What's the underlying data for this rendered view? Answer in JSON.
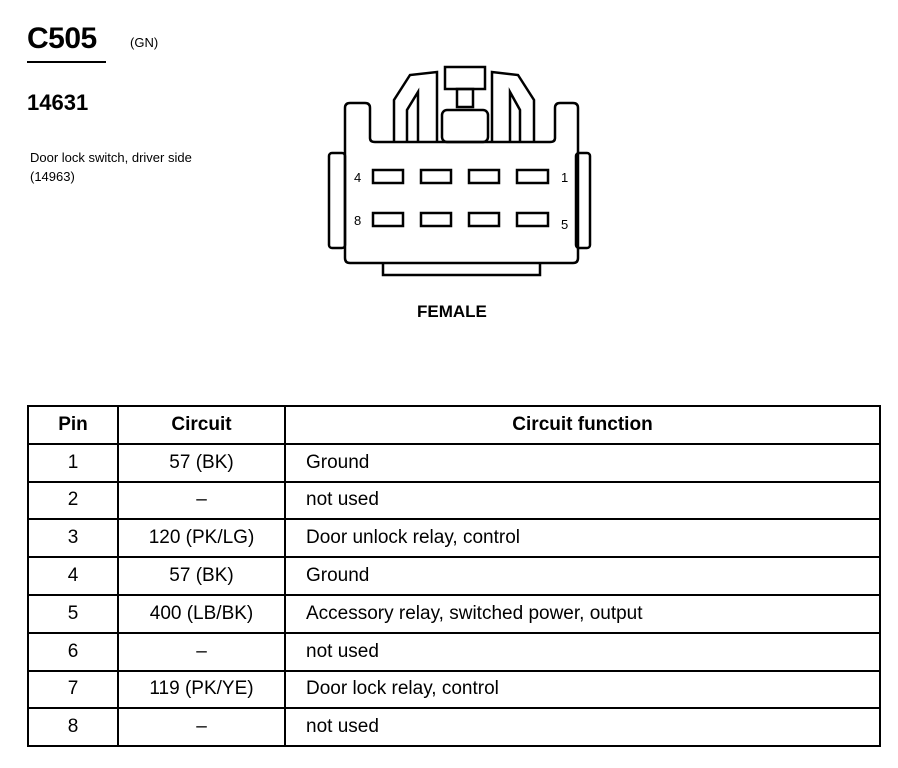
{
  "connector": {
    "id": "C505",
    "color_code": "(GN)",
    "part_number": "14631",
    "description": "Door lock switch, driver side (14963)",
    "gender": "FEMALE",
    "pin_labels": {
      "top_left": "4",
      "top_right": "1",
      "bottom_left": "8",
      "bottom_right": "5"
    }
  },
  "table": {
    "headers": [
      "Pin",
      "Circuit",
      "Circuit function"
    ],
    "rows": [
      {
        "pin": "1",
        "circuit": "57 (BK)",
        "function": "Ground"
      },
      {
        "pin": "2",
        "circuit": "–",
        "function": "not used"
      },
      {
        "pin": "3",
        "circuit": "120 (PK/LG)",
        "function": "Door unlock relay, control"
      },
      {
        "pin": "4",
        "circuit": "57 (BK)",
        "function": "Ground"
      },
      {
        "pin": "5",
        "circuit": "400 (LB/BK)",
        "function": "Accessory relay, switched power, output"
      },
      {
        "pin": "6",
        "circuit": "–",
        "function": "not used"
      },
      {
        "pin": "7",
        "circuit": "119 (PK/YE)",
        "function": "Door lock relay, control"
      },
      {
        "pin": "8",
        "circuit": "–",
        "function": "not used"
      }
    ]
  }
}
